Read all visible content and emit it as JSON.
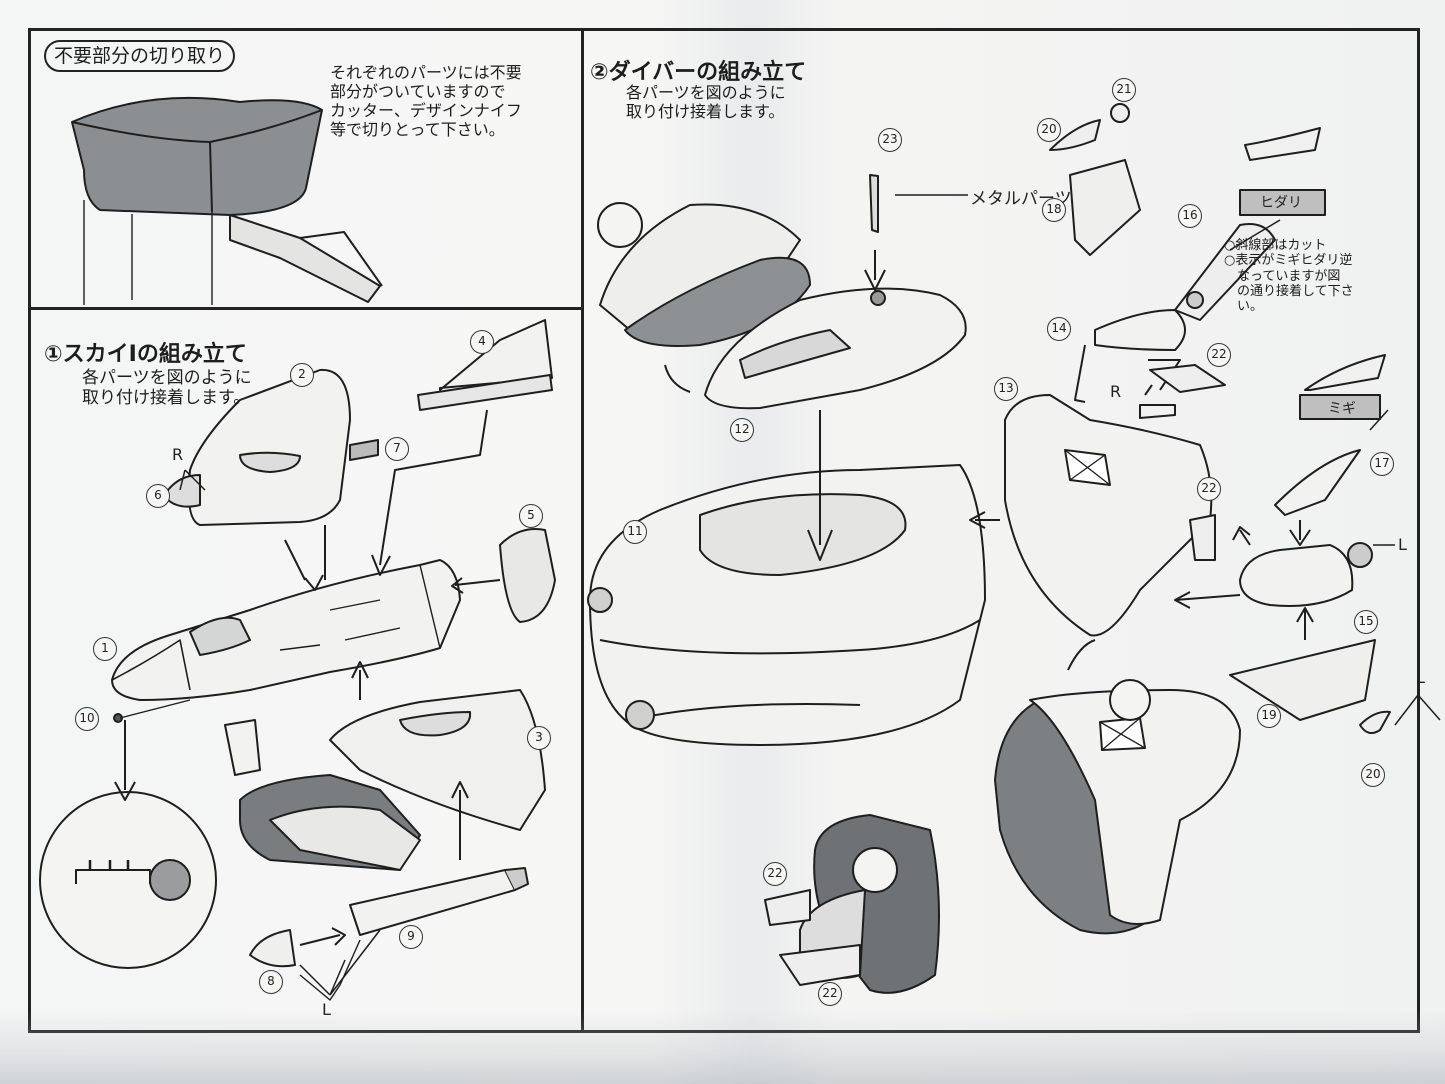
{
  "section_cut": {
    "title": "不要部分の切り取り",
    "instruction": "それぞれのパーツには不要\n部分がついていますので\nカッター、デザインナイフ\n等で切りとって下さい。"
  },
  "section_sky": {
    "title": "①スカイⅠの組み立て",
    "instruction": "各パーツを図のように\n取り付け接着します。",
    "label_r": "R",
    "label_l": "L"
  },
  "section_diver": {
    "title": "②ダイバーの組み立て",
    "instruction": "各パーツを図のように\n取り付け接着します。",
    "metal_parts": "メタルパーツ",
    "hidari": "ヒダリ",
    "migi": "ミギ",
    "note": "○斜線部はカット\n○表示がミギヒダリ逆\n　なっていますが図\n　の通り接着して下さ\n　い。",
    "label_r": "R",
    "label_l": "L",
    "label_l2": "L"
  },
  "callouts": {
    "p1": "1",
    "p2": "2",
    "p3": "3",
    "p4": "4",
    "p5": "5",
    "p6": "6",
    "p7": "7",
    "p8": "8",
    "p9": "9",
    "p10": "10",
    "p11": "11",
    "p12": "12",
    "p13": "13",
    "p14": "14",
    "p15": "15",
    "p16": "16",
    "p17": "17",
    "p18": "18",
    "p19": "19",
    "p20a": "20",
    "p20b": "20",
    "p21": "21",
    "p22a": "22",
    "p22b": "22",
    "p22c": "22",
    "p22d": "22",
    "p23": "23"
  }
}
